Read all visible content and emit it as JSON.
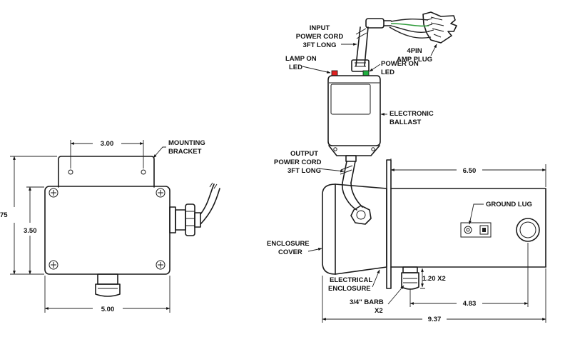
{
  "labels": {
    "mounting_bracket_1": "MOUNTING",
    "mounting_bracket_2": "BRACKET",
    "input_cord_1": "INPUT",
    "input_cord_2": "POWER CORD",
    "input_cord_3": "3FT LONG",
    "amp_plug_1": "4PIN",
    "amp_plug_2": "AMP PLUG",
    "lamp_led_1": "LAMP ON",
    "lamp_led_2": "LED",
    "power_led_1": "POWER ON",
    "power_led_2": "LED",
    "ballast_1": "ELECTRONIC",
    "ballast_2": "BALLAST",
    "output_cord_1": "OUTPUT",
    "output_cord_2": "POWER CORD",
    "output_cord_3": "3FT LONG",
    "ground_lug": "GROUND LUG",
    "cover_1": "ENCLOSURE",
    "cover_2": "COVER",
    "electrical_1": "ELECTRICAL",
    "electrical_2": "ENCLOSURE",
    "barb_1": "3/4\" BARB",
    "barb_2": "X2"
  },
  "dimensions": {
    "bracket_spacing": "3.00",
    "box_height_outer": "75",
    "box_height_inner": "3.50",
    "box_width": "5.00",
    "tube_length": "6.50",
    "barb_height": "1.20 X2",
    "barb_spacing": "4.83",
    "overall_length": "9.37"
  },
  "colors": {
    "lamp_led": "#e02020",
    "power_led": "#20b040",
    "wire_green": "#2e9b3a",
    "line": "#1a1a1a"
  }
}
